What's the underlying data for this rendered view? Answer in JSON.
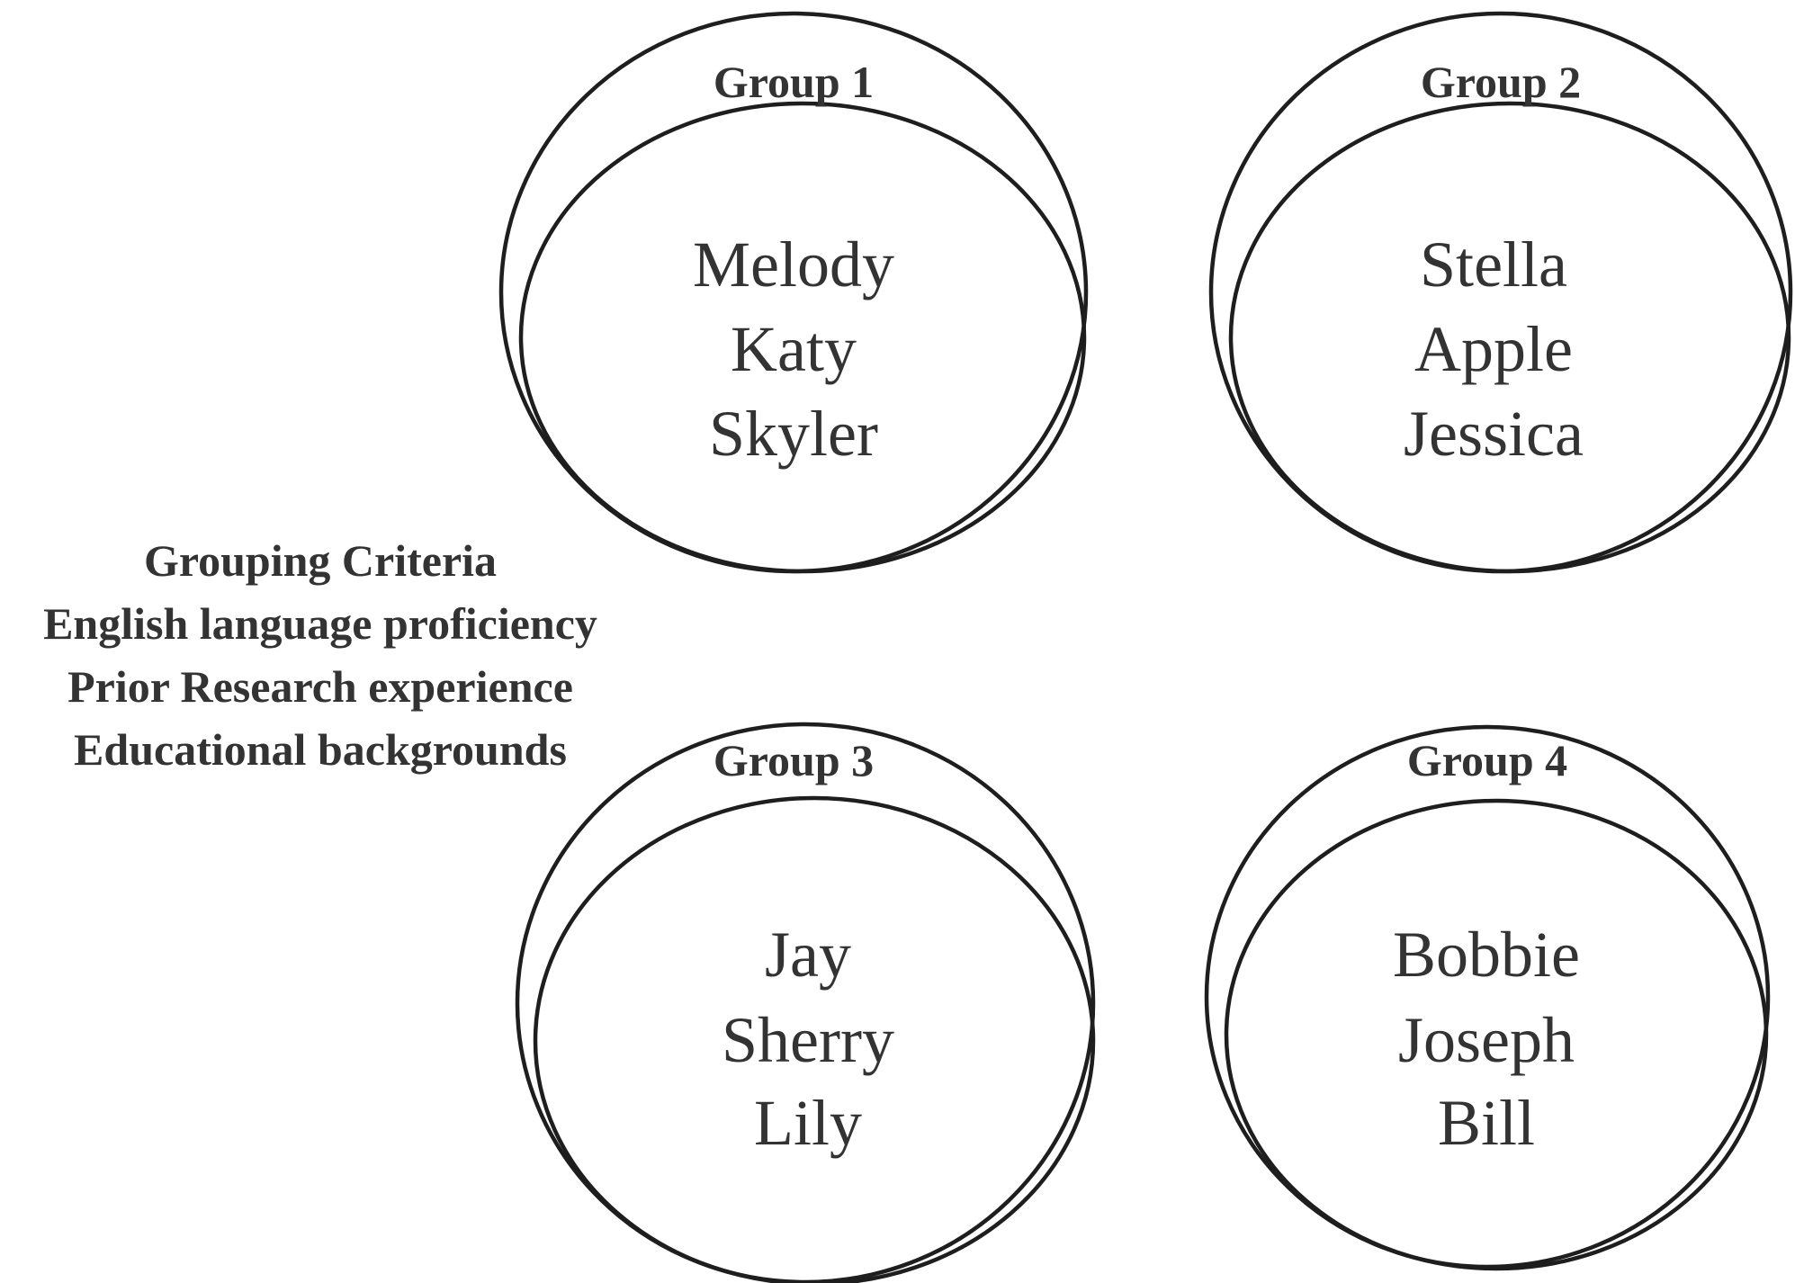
{
  "criteria": {
    "lines": [
      "Grouping Criteria",
      "English language proficiency",
      "Prior Research experience",
      "Educational backgrounds"
    ]
  },
  "groups": [
    {
      "title": "Group 1",
      "members": [
        "Melody",
        "Katy",
        "Skyler"
      ]
    },
    {
      "title": "Group 2",
      "members": [
        "Stella",
        "Apple",
        "Jessica"
      ]
    },
    {
      "title": "Group 3",
      "members": [
        "Jay",
        "Sherry",
        "Lily"
      ]
    },
    {
      "title": "Group 4",
      "members": [
        "Bobbie",
        "Joseph",
        "Bill"
      ]
    }
  ],
  "colors": {
    "stroke": "#1e1e1e",
    "text": "#333333",
    "background": "#ffffff"
  }
}
